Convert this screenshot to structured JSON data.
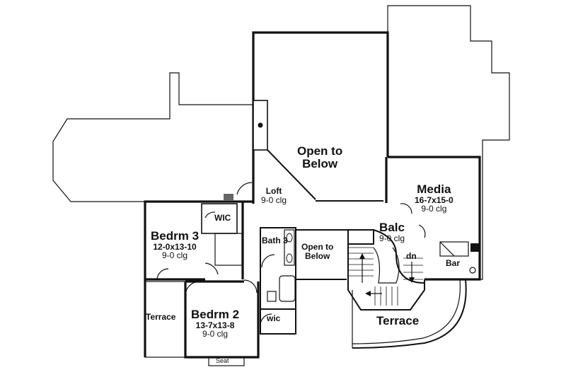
{
  "rooms": {
    "open_below_main": {
      "line1": "Open to",
      "line2": "Below"
    },
    "media": {
      "name": "Media",
      "size": "16-7x15-0",
      "ceiling": "9-0 clg"
    },
    "loft": {
      "name": "Loft",
      "ceiling": "9-0 clg"
    },
    "balc": {
      "name": "Balc",
      "ceiling": "9-0 clg"
    },
    "open_below_small": {
      "line1": "Open to",
      "line2": "Below"
    },
    "bedrm3": {
      "name": "Bedrm 3",
      "size": "12-0x13-10",
      "ceiling": "9-0 clg"
    },
    "wic_upper": {
      "name": "WIC"
    },
    "bath3": {
      "name": "Bath 3"
    },
    "bedrm2": {
      "name": "Bedrm 2",
      "size": "13-7x13-8",
      "ceiling": "9-0 clg"
    },
    "wic_lower": {
      "name": "wic"
    },
    "terrace_left": {
      "name": "Terrace"
    },
    "terrace_right": {
      "name": "Terrace"
    },
    "bar": {
      "name": "Bar"
    },
    "seat": {
      "name": "Seat"
    },
    "stair_dn": {
      "name": "dn"
    }
  }
}
